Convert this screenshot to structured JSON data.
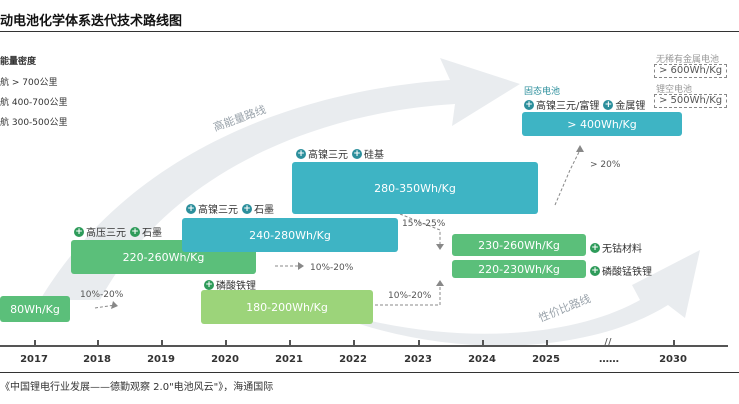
{
  "title": "动电池化学体系迭代技术路线图",
  "legend": {
    "title": "能量密度",
    "items": [
      "航 > 700公里",
      "航 400-700公里",
      "航 300-500公里"
    ]
  },
  "arrows": {
    "upper": "高能量路线",
    "lower": "性价比路线"
  },
  "boxes": [
    {
      "key": "b2017",
      "label": "80Wh/Kg"
    },
    {
      "key": "b2018",
      "label": "220-260Wh/Kg"
    },
    {
      "key": "b2020t",
      "label": "240-280Wh/Kg"
    },
    {
      "key": "b2020g",
      "label": "180-200Wh/Kg"
    },
    {
      "key": "b2021",
      "label": "280-350Wh/Kg"
    },
    {
      "key": "b2024a",
      "label": "230-260Wh/Kg"
    },
    {
      "key": "b2024b",
      "label": "220-230Wh/Kg"
    },
    {
      "key": "b2025",
      "label": "> 400Wh/Kg"
    }
  ],
  "tags": {
    "t2018": [
      "高压三元",
      "石墨"
    ],
    "t2020": [
      "高镍三元",
      "石墨"
    ],
    "t2020lfp": [
      "磷酸铁锂"
    ],
    "t2021": [
      "高镍三元",
      "硅基"
    ],
    "t2024a": [
      "无钴材料"
    ],
    "t2024b": [
      "磷酸锰铁锂"
    ],
    "t2025": [
      "高镍三元/富锂",
      "金属锂"
    ]
  },
  "solid_state": "固态电池",
  "future": [
    {
      "label": "无稀有金属电池",
      "value": "> 600Wh/Kg"
    },
    {
      "label": "锂空电池",
      "value": "> 500Wh/Kg"
    }
  ],
  "percents": [
    "10%-20%",
    "10%-20%",
    "15%-25%",
    "10%-20%",
    "> 20%"
  ],
  "axis": {
    "years": [
      "2017",
      "2018",
      "2019",
      "2020",
      "2021",
      "2022",
      "2023",
      "2024",
      "2025",
      "……",
      "2030"
    ]
  },
  "source": "《中国锂电行业发展——德勤观察 2.0\"电池风云\"》，海通国际",
  "colors": {
    "teal": "#3eb4c4",
    "green": "#5bbf7a",
    "light_green": "#9cd47a",
    "arrow": "#e6e9ec"
  }
}
